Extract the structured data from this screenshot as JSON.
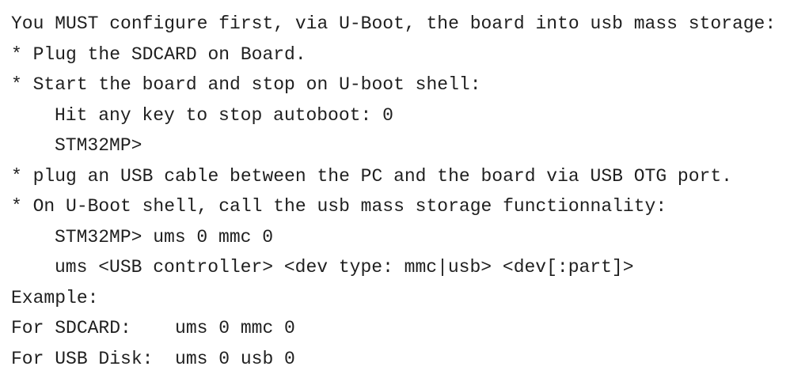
{
  "lines": [
    {
      "text": "You MUST configure first, via U-Boot, the board into usb mass storage:",
      "indent": false
    },
    {
      "text": "* Plug the SDCARD on Board.",
      "indent": false
    },
    {
      "text": "* Start the board and stop on U-boot shell:",
      "indent": false
    },
    {
      "text": "Hit any key to stop autoboot: 0",
      "indent": true
    },
    {
      "text": "STM32MP>",
      "indent": true
    },
    {
      "text": "* plug an USB cable between the PC and the board via USB OTG port.",
      "indent": false
    },
    {
      "text": "* On U-Boot shell, call the usb mass storage functionnality:",
      "indent": false
    },
    {
      "text": "STM32MP> ums 0 mmc 0",
      "indent": true
    },
    {
      "text": "ums <USB controller> <dev type: mmc|usb> <dev[:part]>",
      "indent": true
    },
    {
      "text": "Example:",
      "indent": false
    },
    {
      "text": "For SDCARD:    ums 0 mmc 0",
      "indent": false
    },
    {
      "text": "For USB Disk:  ums 0 usb 0",
      "indent": false
    }
  ]
}
